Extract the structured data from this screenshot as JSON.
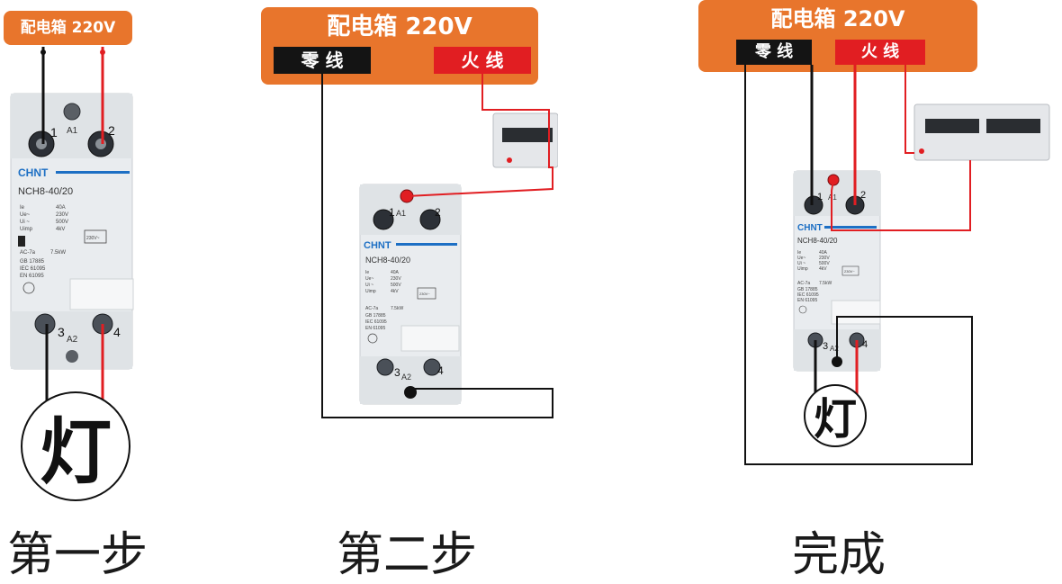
{
  "box_title": "配电箱 220V",
  "neutral_label": "零 线",
  "live_label": "火 线",
  "device": {
    "brand": "CHNT",
    "model": "NCH8-40/20",
    "specs": [
      "Ie",
      "40A",
      "Ue~",
      "230V",
      "Ui ~",
      "500V",
      "Uimp",
      "4kV"
    ],
    "coil_label": "230V~",
    "rating_left": "AC-7a",
    "rating_right": "7.5kW",
    "standards": [
      "GB 17885",
      "IEC 61095",
      "EN 61095"
    ],
    "terminal_a1": "A1",
    "terminal_a2": "A2",
    "terminal_1": "1",
    "terminal_2": "2",
    "terminal_3": "3",
    "terminal_4": "4"
  },
  "lamp_label": "灯",
  "steps": {
    "step1": "第一步",
    "step2": "第二步",
    "done": "完成"
  }
}
